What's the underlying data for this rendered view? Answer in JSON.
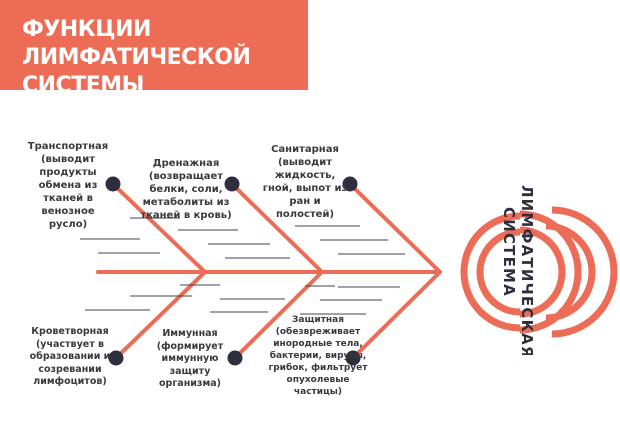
{
  "title": "ФУНКЦИИ ЛИМФАТИЧЕСКОЙ СИСТЕМЫ",
  "head_label_line1": "ЛИМФАТИЧЕСКАЯ",
  "head_label_line2": "СИСТЕМА",
  "functions": [
    {
      "name": "Транспортная",
      "detail": "(выводит продукты обмена из тканей в венозное русло)"
    },
    {
      "name": "Дренажная",
      "detail": "(возвращает белки, соли, метаболиты из тканей в кровь)"
    },
    {
      "name": "Санитарная",
      "detail": "(выводит жидкость, гной, выпот из ран и полостей)"
    },
    {
      "name": "Кроветворная",
      "detail": "(участвует в образовании и созревании лимфоцитов)"
    },
    {
      "name": "Иммунная",
      "detail": "(формирует иммунную защиту организма)"
    },
    {
      "name": "Защитная",
      "detail": "(обезвреживает инородные тела, бактерии, вирусы, грибок, фильтрует опухолевые частицы)"
    }
  ],
  "colors": {
    "accent": "#ec6c56",
    "node": "#2e2e3e",
    "text": "#3a3a3a",
    "lines": "#444444"
  }
}
